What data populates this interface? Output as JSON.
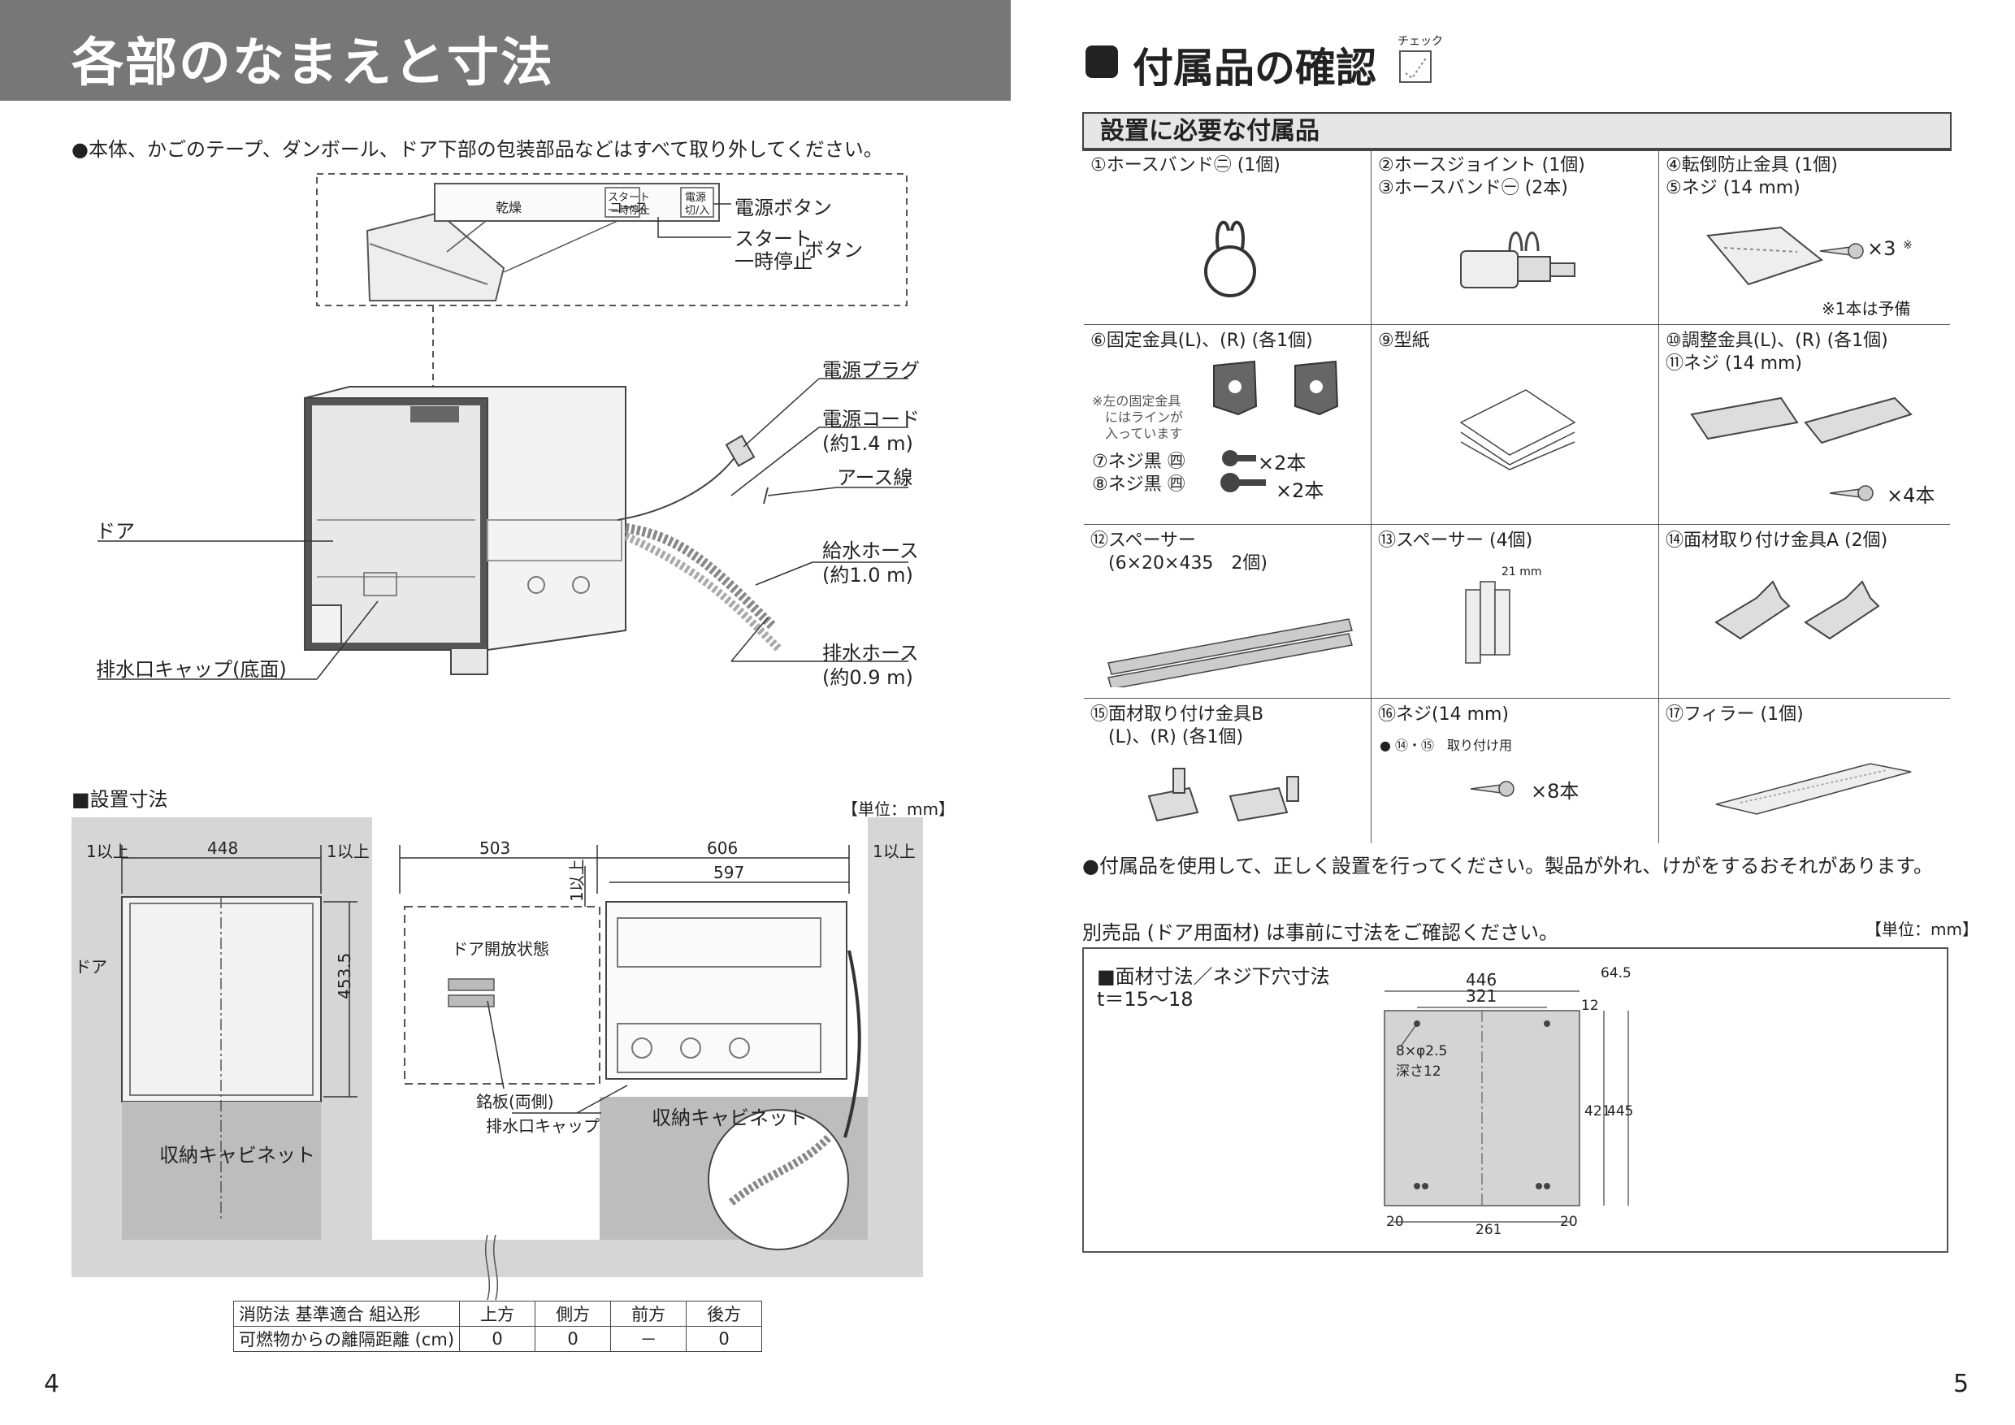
{
  "left_page": {
    "header_title": "各部のなまえと寸法",
    "note": "●本体、かごのテープ、ダンボール、ドア下部の包装部品などはすべて取り外してください。",
    "panel": {
      "dry": "乾燥",
      "course": "コース",
      "start1": "スタート",
      "start2": "一時停止",
      "power1": "電源",
      "power2": "切/入"
    },
    "callouts": {
      "power_button": "電源ボタン",
      "start_label_1": "スタート",
      "start_label_2": "一時停止",
      "start_label_3": "ボタン",
      "power_plug": "電源プラグ",
      "power_cord": "電源コード",
      "power_cord_len": "(約1.4 m)",
      "earth": "アース線",
      "water_hose": "給水ホース",
      "water_hose_len": "(約1.0 m)",
      "drain_hose": "排水ホース",
      "drain_hose_len": "(約0.9 m)",
      "door": "ドア",
      "drain_cap": "排水口キャップ(底面)"
    },
    "install": {
      "title": "■設置寸法",
      "unit": "【単位：mm】",
      "dim_1a": "1以上",
      "dim_448": "448",
      "dim_1b": "1以上",
      "dim_4535": "453.5",
      "door": "ドア",
      "cabinet_left": "収納キャビネット",
      "dim_503": "503",
      "dim_606": "606",
      "dim_1c": "1以上",
      "dim_597": "597",
      "dim_1d": "1以上",
      "door_open": "ドア開放状態",
      "nameplate": "銘板(両側)",
      "drain_cap": "排水口キャップ",
      "cabinet_right": "収納キャビネット"
    },
    "fire_table": {
      "row1": "消防法 基準適合 組込形",
      "row2": "可燃物からの離隔距離 (cm)",
      "headers": [
        "上方",
        "側方",
        "前方",
        "後方"
      ],
      "values": [
        "0",
        "0",
        "－",
        "0"
      ]
    },
    "page_number": "4"
  },
  "right_page": {
    "title": "付属品の確認",
    "check_label": "チェック",
    "table_header": "設置に必要な付属品",
    "cells": [
      {
        "label": "①ホースバンド㊁ (1個)"
      },
      {
        "label": "②ホースジョイント (1個)\n③ホースバンド㊀ (2本)"
      },
      {
        "label": "④転倒防止金具 (1個)\n⑤ネジ (14 mm)",
        "qty": "×3",
        "mark": "※",
        "note": "※1本は予備"
      },
      {
        "label": "⑥固定金具(L)、(R) (各1個)",
        "note1": "※左の固定金具",
        "note2": "にはラインが",
        "note3": "入っています",
        "screw7": "⑦ネジ黒 ㊃",
        "screw8": "⑧ネジ黒 ㊃",
        "qty7": "×2本",
        "qty8": "×2本"
      },
      {
        "label": "⑨型紙"
      },
      {
        "label": "⑩調整金具(L)、(R) (各1個)\n⑪ネジ (14 mm)",
        "qty": "×4本"
      },
      {
        "label": "⑫スペーサー\n　(6×20×435　2個)"
      },
      {
        "label": "⑬スペーサー (4個)",
        "dim": "21 mm"
      },
      {
        "label": "⑭面材取り付け金具A (2個)"
      },
      {
        "label": "⑮面材取り付け金具B\n　(L)、(R) (各1個)"
      },
      {
        "label": "⑯ネジ(14 mm)",
        "sub": "● ⑭・⑮　取り付け用",
        "qty": "×8本"
      },
      {
        "label": "⑰フィラー (1個)"
      }
    ],
    "warning": "●付属品を使用して、正しく設置を行ってください。製品が外れ、けがをするおそれがあります。",
    "door_note": "別売品 (ドア用面材) は事前に寸法をご確認ください。",
    "unit": "【単位：mm】",
    "door_box": {
      "title": "■面材寸法／ネジ下穴寸法",
      "thickness": "t＝15～18",
      "dim_446": "446",
      "dim_321": "321",
      "dim_12": "12",
      "dim_645": "64.5",
      "hole_1": "8×φ2.5",
      "hole_2": "深さ12",
      "dim_421": "421",
      "dim_445": "445",
      "dim_20a": "20",
      "dim_261": "261",
      "dim_20b": "20"
    },
    "page_number": "5"
  }
}
